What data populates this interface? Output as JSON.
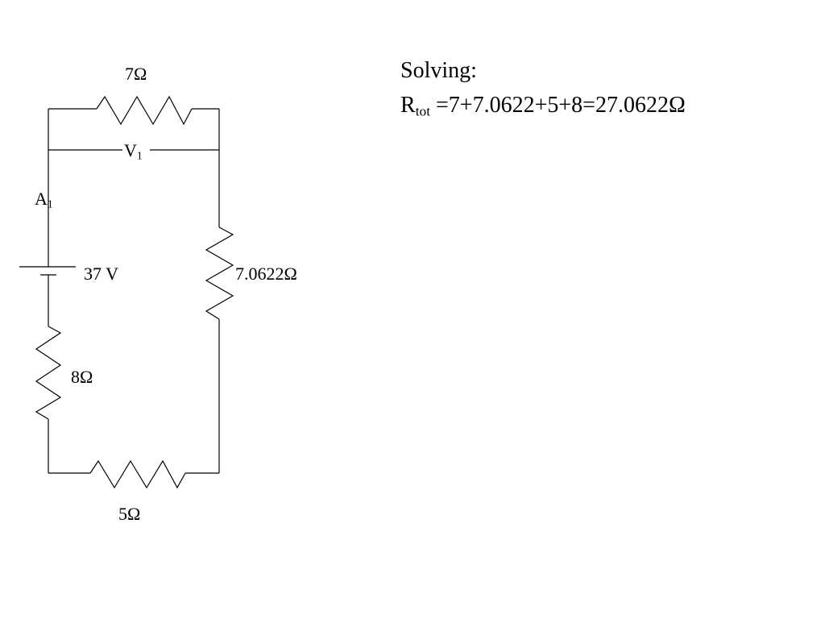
{
  "circuit": {
    "resistor_top": "7Ω",
    "voltmeter_main": "V",
    "voltmeter_sub": "1",
    "ammeter_main": "A",
    "ammeter_sub": "1",
    "battery": "37 V",
    "resistor_right": "7.0622Ω",
    "resistor_left": "8Ω",
    "resistor_bottom": "5Ω"
  },
  "solution": {
    "heading": "Solving:",
    "r_main": "R",
    "r_sub": "tot",
    "equation": "=7+7.0622+5+8=27.0622Ω"
  }
}
